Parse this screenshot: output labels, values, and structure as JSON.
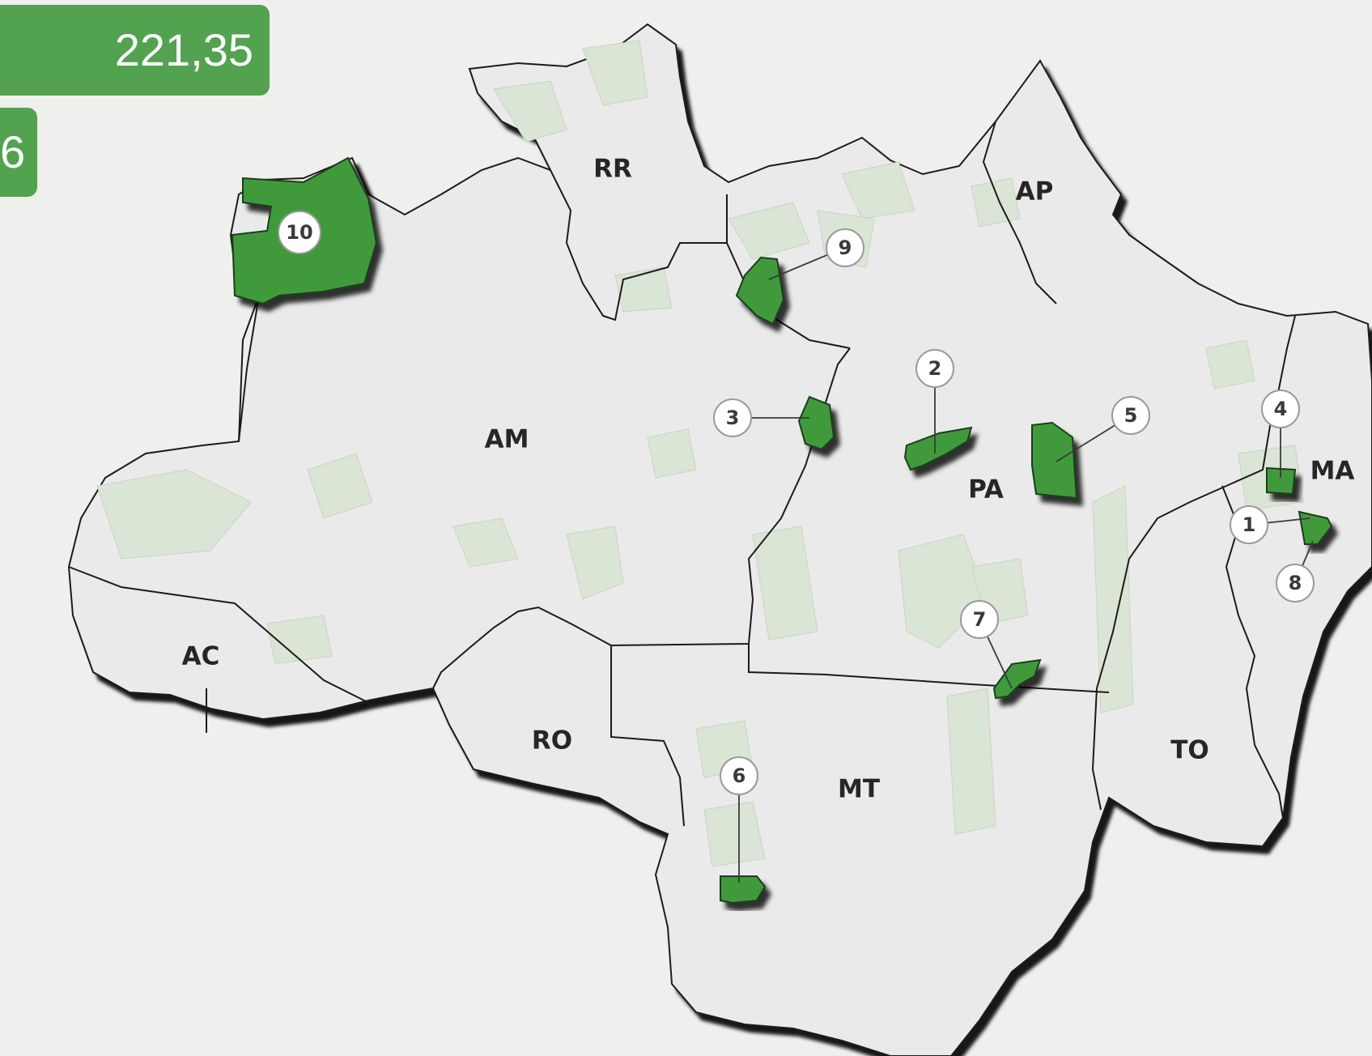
{
  "stats": [
    {
      "value": "221,35"
    },
    {
      "value": "6"
    }
  ],
  "colors": {
    "background": "#efefee",
    "land": "#eaeaea",
    "protected_tint": "#dbe5d5",
    "highlight_green": "#3f9a3a",
    "badge_green": "#52a24f"
  },
  "states": [
    {
      "code": "RR"
    },
    {
      "code": "AP"
    },
    {
      "code": "AM"
    },
    {
      "code": "PA"
    },
    {
      "code": "MA"
    },
    {
      "code": "AC"
    },
    {
      "code": "RO"
    },
    {
      "code": "MT"
    },
    {
      "code": "TO"
    }
  ],
  "markers": [
    {
      "number": "10"
    },
    {
      "number": "9"
    },
    {
      "number": "2"
    },
    {
      "number": "3"
    },
    {
      "number": "5"
    },
    {
      "number": "4"
    },
    {
      "number": "1"
    },
    {
      "number": "8"
    },
    {
      "number": "7"
    },
    {
      "number": "6"
    }
  ]
}
